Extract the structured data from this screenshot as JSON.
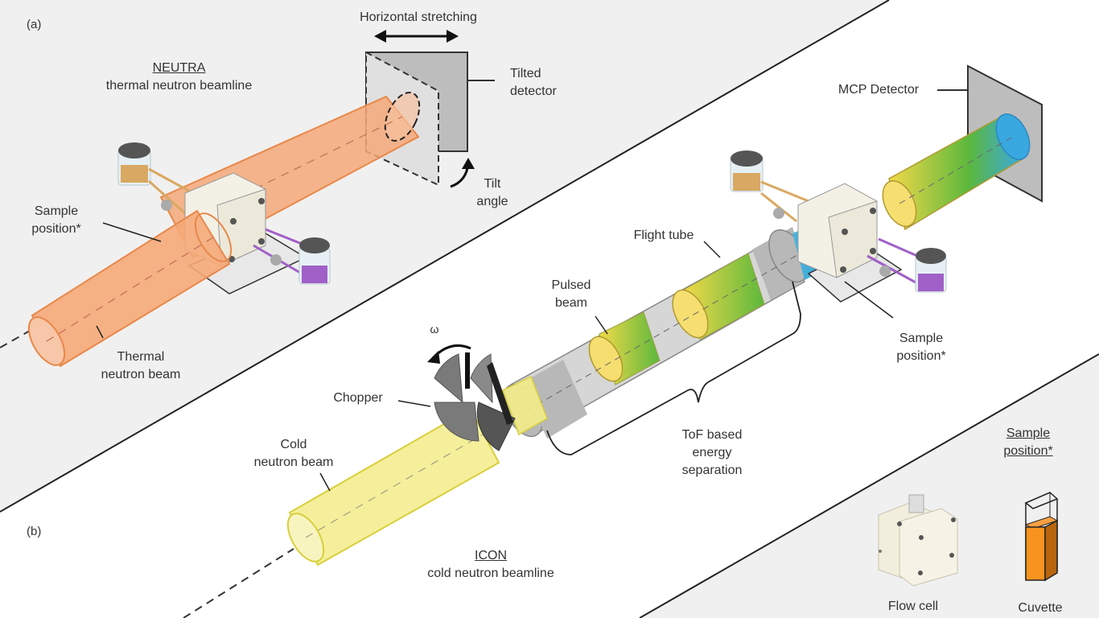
{
  "panels": {
    "a": {
      "tag": "(a)",
      "beamline_name": "NEUTRA",
      "beamline_desc": "thermal neutron beamline",
      "labels": {
        "horizontal_stretching": "Horizontal stretching",
        "tilted_detector_1": "Tilted",
        "tilted_detector_2": "detector",
        "tilt_angle_1": "Tilt",
        "tilt_angle_2": "angle",
        "sample_position_1": "Sample",
        "sample_position_2": "position*",
        "beam_1": "Thermal",
        "beam_2": "neutron beam"
      }
    },
    "b": {
      "tag": "(b)",
      "beamline_name": "ICON",
      "beamline_desc": "cold neutron beamline",
      "labels": {
        "mcp_detector": "MCP Detector",
        "flight_tube": "Flight tube",
        "pulsed_beam_1": "Pulsed",
        "pulsed_beam_2": "beam",
        "omega": "ω",
        "chopper": "Chopper",
        "beam_1": "Cold",
        "beam_2": "neutron beam",
        "tof_1": "ToF based",
        "tof_2": "energy",
        "tof_3": "separation",
        "sample_position_1": "Sample",
        "sample_position_2": "position*"
      }
    },
    "inset": {
      "title_1": "Sample",
      "title_2": "position*",
      "flow_cell": "Flow cell",
      "cuvette": "Cuvette"
    }
  },
  "colors": {
    "panel_gray": "#f0f0f0",
    "thermal_beam": "#f5a878",
    "thermal_beam_edge": "#e8884a",
    "cold_beam": "#f3ec8a",
    "cold_beam_edge": "#d8cf3c",
    "tube_gray": "#b8b8b8",
    "detector_gray": "#bdbdbd",
    "cuvette_orange": "#f7931e",
    "jar_orange": "#d9a862",
    "jar_purple": "#a060c8",
    "grad_yellow": "#f2d94a",
    "grad_green": "#5cb83c",
    "grad_blue": "#3aa8e0"
  }
}
